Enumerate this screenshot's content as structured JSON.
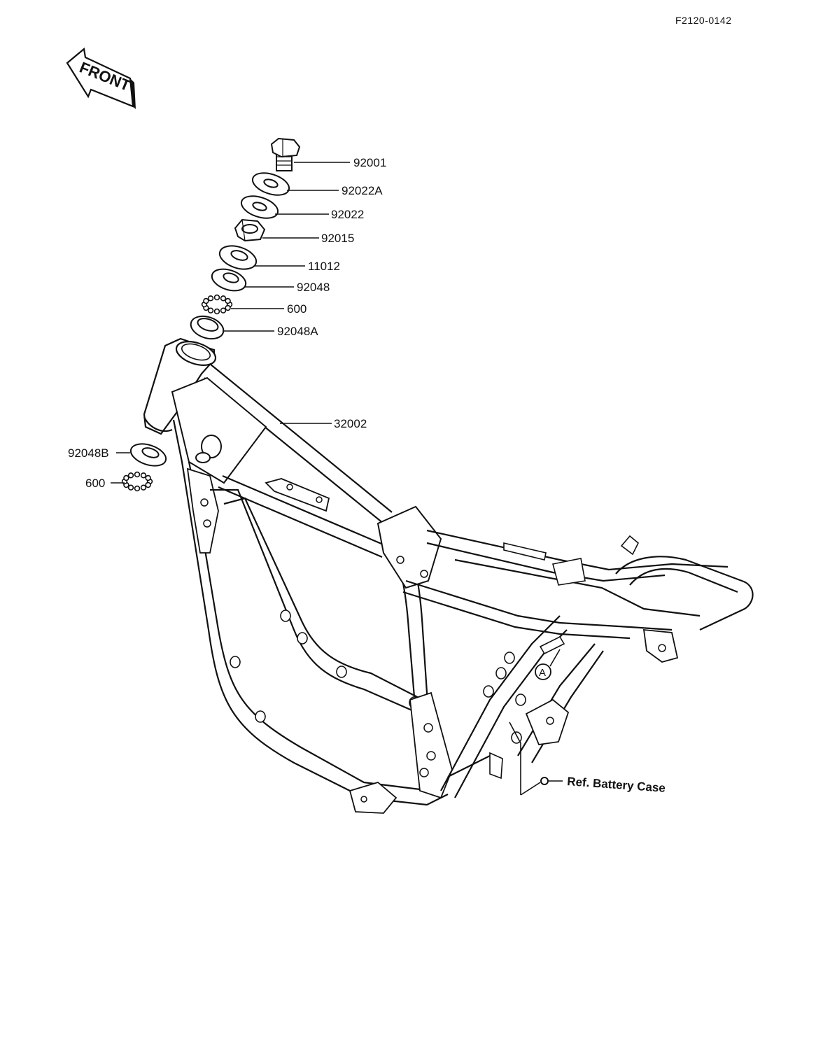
{
  "figure_code": "F2120-0142",
  "front_arrow_label": "FRONT",
  "callouts": {
    "p92001": "92001",
    "p92022A": "92022A",
    "p92022": "92022",
    "p92015": "92015",
    "p11012": "11012",
    "p92048": "92048",
    "p600_top": "600",
    "p92048A": "92048A",
    "p32002": "32002",
    "p92048B": "92048B",
    "p600_left": "600"
  },
  "reference_note": "Ref. Battery Case",
  "detail_marker": "A"
}
